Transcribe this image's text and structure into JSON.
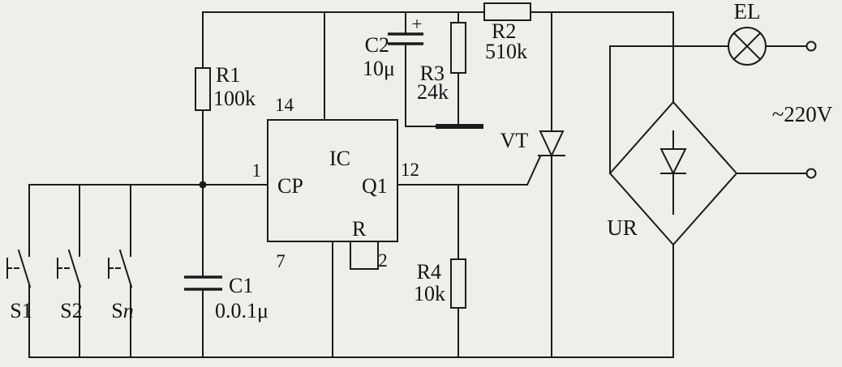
{
  "schematic": {
    "resistors": {
      "r1": {
        "label": "R1",
        "value": "100k"
      },
      "r2": {
        "label": "R2",
        "value": "510k"
      },
      "r3": {
        "label": "R3",
        "value": "24k"
      },
      "r4": {
        "label": "R4",
        "value": "10k"
      }
    },
    "capacitors": {
      "c1": {
        "label": "C1",
        "value": "0.0.1μ"
      },
      "c2": {
        "label": "C2",
        "value": "10μ",
        "polarity": "+"
      }
    },
    "ic": {
      "label": "IC",
      "pins": {
        "cp": "CP",
        "q1": "Q1",
        "r": "R",
        "p1": "1",
        "p14": "14",
        "p12": "12",
        "p7": "7",
        "p2": "2"
      }
    },
    "thyristor": {
      "label": "VT"
    },
    "bridge": {
      "label": "UR"
    },
    "lamp": {
      "label": "EL"
    },
    "switches": {
      "s1": "S1",
      "s2": "S2",
      "sn": {
        "base": "S",
        "sub": "n"
      }
    },
    "mains": {
      "label": "~220V"
    }
  },
  "colors": {
    "ink": "#1b1b1b",
    "paper": "#efeeea"
  }
}
